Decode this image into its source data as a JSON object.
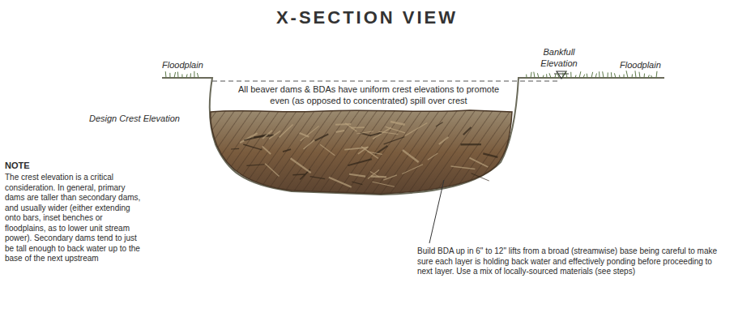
{
  "diagram": {
    "title": "X-SECTION VIEW",
    "labels": [
      "Floodplain",
      "Bankfull Elevation",
      "Floodplain",
      "All beaver dams & BDAs have uniform crest elevations to promote even (as opposed to concentrated) spill over crest",
      "Design Crest Elevation",
      "NOTE",
      "The crest elevation is a critical consideration. In general, primary dams are taller than secondary dams, and usually wider (either extending onto bars, inset benches or floodplains, as to lower unit stream power). Secondary dams tend to just be tall enough to back water up to the base of the next upstream",
      "Build BDA up in 6\" to 12\" lifts from a broad (streamwise) base being careful to make sure each layer is holding back water and effectively ponding before proceeding to next layer. Use a mix of locally-sourced materials (see steps)"
    ]
  }
}
